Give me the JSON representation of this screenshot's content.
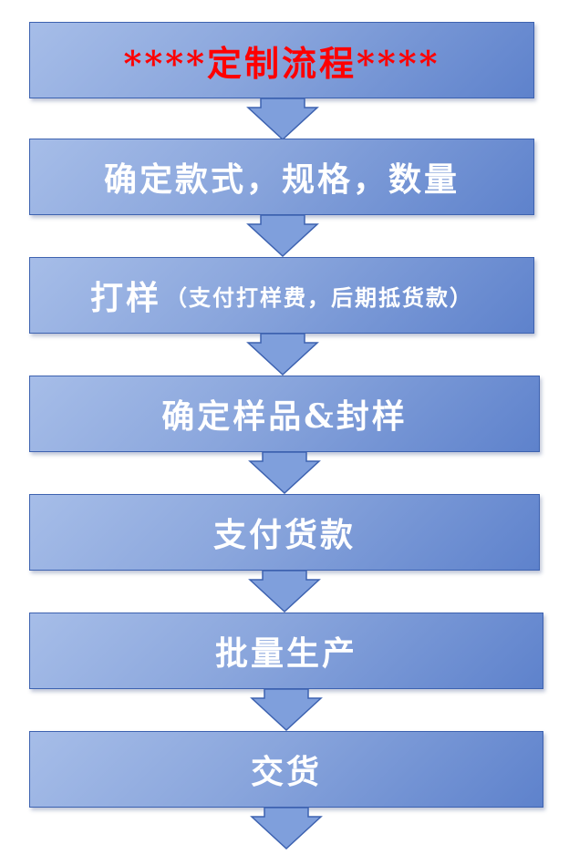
{
  "title": "****定制流程****",
  "steps": [
    {
      "label": "确定款式，规格，数量",
      "sub": ""
    },
    {
      "label": "打样",
      "sub": "（支付打样费，后期抵货款）"
    },
    {
      "label": "确定样品&封样",
      "sub": ""
    },
    {
      "label": "支付货款",
      "sub": ""
    },
    {
      "label": "批量生产",
      "sub": ""
    },
    {
      "label": "交货",
      "sub": ""
    }
  ],
  "colors": {
    "box_light": "#a6bde8",
    "box_dark": "#5e82cc",
    "border": "#3d62b0",
    "title_text": "#ff0000",
    "step_text": "#ffffff"
  }
}
